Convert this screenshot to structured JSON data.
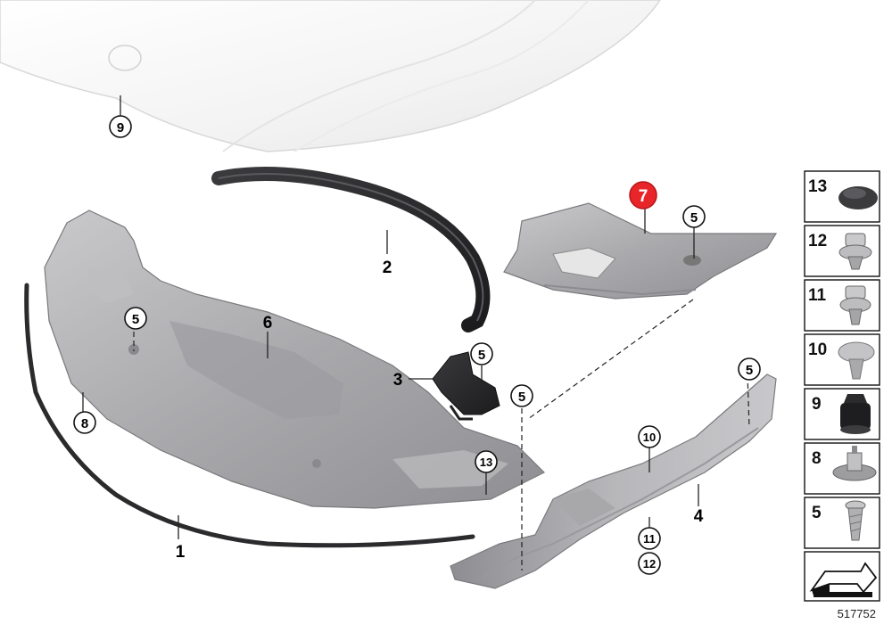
{
  "diagram": {
    "reference_number": "517752",
    "highlighted_part": "7",
    "labels": {
      "hood_clip": "9",
      "seal_edge": "8",
      "seal_strip": "1",
      "upper_seal": "2",
      "bracket": "3",
      "side_cover": "4",
      "main_cover": "6",
      "right_cover": "7",
      "screw_a": "5",
      "screw_b": "5",
      "screw_c": "5",
      "screw_d": "5",
      "screw_e": "5",
      "rivet_13": "13",
      "clip_10": "10",
      "clip_11": "11",
      "clip_12": "12"
    },
    "legend": [
      {
        "num": "13",
        "icon": "plug-cap-icon"
      },
      {
        "num": "12",
        "icon": "expanding-rivet-icon"
      },
      {
        "num": "11",
        "icon": "push-rivet-icon"
      },
      {
        "num": "10",
        "icon": "dome-clip-icon"
      },
      {
        "num": "9",
        "icon": "rubber-buffer-icon"
      },
      {
        "num": "8",
        "icon": "flange-nut-icon"
      },
      {
        "num": "5",
        "icon": "screw-icon"
      }
    ]
  }
}
